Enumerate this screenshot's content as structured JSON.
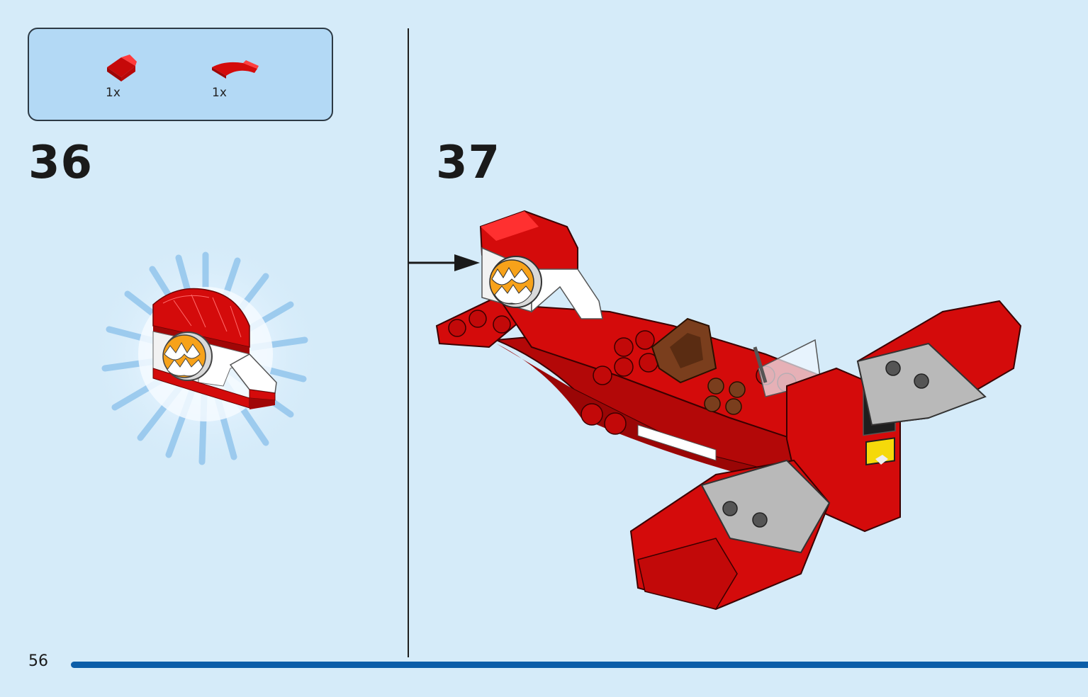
{
  "parts_callout": {
    "items": [
      {
        "icon": "red-slope-brick-icon",
        "count": "1x"
      },
      {
        "icon": "red-curved-tile-icon",
        "count": "1x"
      }
    ]
  },
  "steps": [
    {
      "number": "36"
    },
    {
      "number": "37"
    }
  ],
  "page": {
    "number": "56"
  },
  "colors": {
    "background": "#d5ebf9",
    "callout_bg": "#b3d9f5",
    "brick_red": "#d40b0b",
    "light_grey": "#b9b9b9",
    "brown": "#7a3e1d",
    "orange": "#f7a21a",
    "page_bar": "#0b5da8"
  }
}
